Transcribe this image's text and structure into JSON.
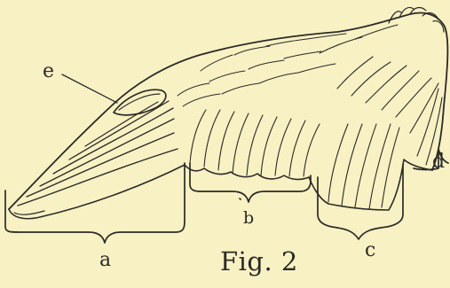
{
  "figure": {
    "caption": "Fig. 2",
    "labels": {
      "e": "e",
      "a": "a",
      "b": "b",
      "c": "c",
      "d": "d"
    }
  },
  "colors": {
    "background": "#f8f1c4",
    "ink": "#2b2a26"
  }
}
